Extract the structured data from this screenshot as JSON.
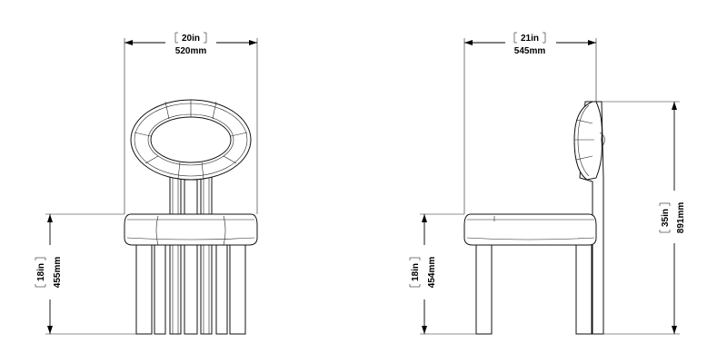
{
  "front_view": {
    "width_in": "20in",
    "width_mm": "520mm",
    "seat_height_in": "18in",
    "seat_height_mm": "455mm"
  },
  "side_view": {
    "depth_in": "21in",
    "depth_mm": "545mm",
    "seat_height_in": "18in",
    "seat_height_mm": "454mm",
    "total_height_in": "35in",
    "total_height_mm": "891mm"
  }
}
